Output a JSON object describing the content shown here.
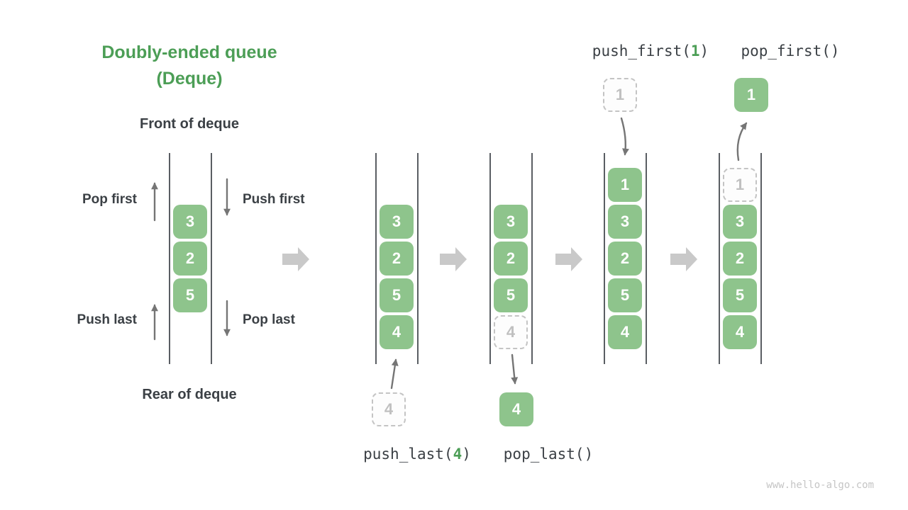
{
  "colors": {
    "accent_green": "#4c9e56",
    "cell_green": "#8ec48c",
    "label_dark": "#3b4045",
    "thin_arrow_gray": "#757575",
    "block_arrow_gray": "#c9c9c9",
    "ghost_border_gray": "#c4c4c4"
  },
  "title": {
    "line1": "Doubly-ended queue",
    "line2": "(Deque)"
  },
  "deque_labels": {
    "front": "Front of deque",
    "rear": "Rear of deque",
    "pop_first": "Pop first",
    "push_first": "Push first",
    "push_last": "Push last",
    "pop_last": "Pop last"
  },
  "operations": {
    "push_last": {
      "prefix": "push_last(",
      "arg": "4",
      "suffix": ")"
    },
    "pop_last": {
      "prefix": "pop_last()",
      "arg": "",
      "suffix": ""
    },
    "push_first": {
      "prefix": "push_first(",
      "arg": "1",
      "suffix": ")"
    },
    "pop_first": {
      "prefix": "pop_first()",
      "arg": "",
      "suffix": ""
    }
  },
  "queues": [
    {
      "name": "initial-deque",
      "cells": [
        {
          "value": "3"
        },
        {
          "value": "2"
        },
        {
          "value": "5"
        }
      ]
    },
    {
      "name": "after-push-last",
      "cells": [
        {
          "value": "3"
        },
        {
          "value": "2"
        },
        {
          "value": "5"
        },
        {
          "value": "4"
        }
      ]
    },
    {
      "name": "after-pop-last",
      "cells": [
        {
          "value": "3"
        },
        {
          "value": "2"
        },
        {
          "value": "5"
        },
        {
          "value": "4",
          "ghost": true
        }
      ]
    },
    {
      "name": "after-push-first",
      "cells": [
        {
          "value": "1"
        },
        {
          "value": "3"
        },
        {
          "value": "2"
        },
        {
          "value": "5"
        },
        {
          "value": "4"
        }
      ]
    },
    {
      "name": "after-pop-first",
      "cells": [
        {
          "value": "1",
          "ghost": true
        },
        {
          "value": "3"
        },
        {
          "value": "2"
        },
        {
          "value": "5"
        },
        {
          "value": "4"
        }
      ]
    }
  ],
  "floating_cells": {
    "push_last_incoming": "4",
    "pop_last_removed": "4",
    "push_first_incoming": "1",
    "pop_first_removed": "1"
  },
  "footer": {
    "watermark": "www.hello-algo.com"
  }
}
